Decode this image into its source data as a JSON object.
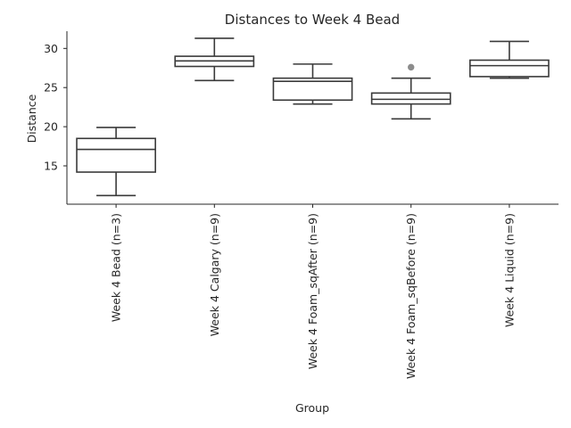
{
  "chart_data": {
    "type": "box",
    "title": "Distances to Week 4 Bead",
    "xlabel": "Group",
    "ylabel": "Distance",
    "ylim": [
      10.1,
      32.2
    ],
    "yticks": [
      15,
      20,
      25,
      30
    ],
    "grid": false,
    "categories": [
      "Week 4 Bead (n=3)",
      "Week 4 Calgary (n=9)",
      "Week 4 Foam_sqAfter (n=9)",
      "Week 4 Foam_sqBefore (n=9)",
      "Week 4 Liquid (n=9)"
    ],
    "boxes": [
      {
        "whisker_low": 11.2,
        "q1": 14.2,
        "median": 17.1,
        "q3": 18.5,
        "whisker_high": 19.9,
        "outliers": []
      },
      {
        "whisker_low": 25.9,
        "q1": 27.7,
        "median": 28.4,
        "q3": 29.0,
        "whisker_high": 31.3,
        "outliers": []
      },
      {
        "whisker_low": 22.9,
        "q1": 23.4,
        "median": 25.8,
        "q3": 26.2,
        "whisker_high": 28.0,
        "outliers": []
      },
      {
        "whisker_low": 21.0,
        "q1": 22.9,
        "median": 23.5,
        "q3": 24.3,
        "whisker_high": 26.2,
        "outliers": [
          27.6
        ]
      },
      {
        "whisker_low": 26.2,
        "q1": 26.4,
        "median": 27.8,
        "q3": 28.5,
        "whisker_high": 30.9,
        "outliers": []
      }
    ]
  }
}
